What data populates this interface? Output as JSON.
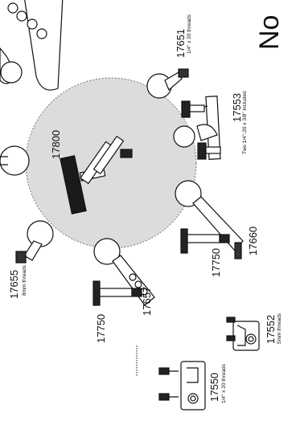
{
  "heading": "No",
  "parts": [
    {
      "id": "17651",
      "number": "17651",
      "note": "1/4\" x 20 threads"
    },
    {
      "id": "17553",
      "number": "17553",
      "note": "Two 1/4\"-20 x 3/8\" included"
    },
    {
      "id": "17800",
      "number": "17800",
      "note": ""
    },
    {
      "id": "17660",
      "number": "17660",
      "note": ""
    },
    {
      "id": "17750a",
      "number": "17750",
      "note": ""
    },
    {
      "id": "17655",
      "number": "17655",
      "note": "8mm threads"
    },
    {
      "id": "17657",
      "number": "17657",
      "note": ""
    },
    {
      "id": "17750b",
      "number": "17750",
      "note": ""
    },
    {
      "id": "17552",
      "number": "17552",
      "note": "5mm threads"
    },
    {
      "id": "17550",
      "number": "17550",
      "note": "1/4\" x 20 threads"
    }
  ],
  "colors": {
    "circle_fill": "#dcdcdc",
    "line": "#111111",
    "knob": "#1a1a1a"
  }
}
